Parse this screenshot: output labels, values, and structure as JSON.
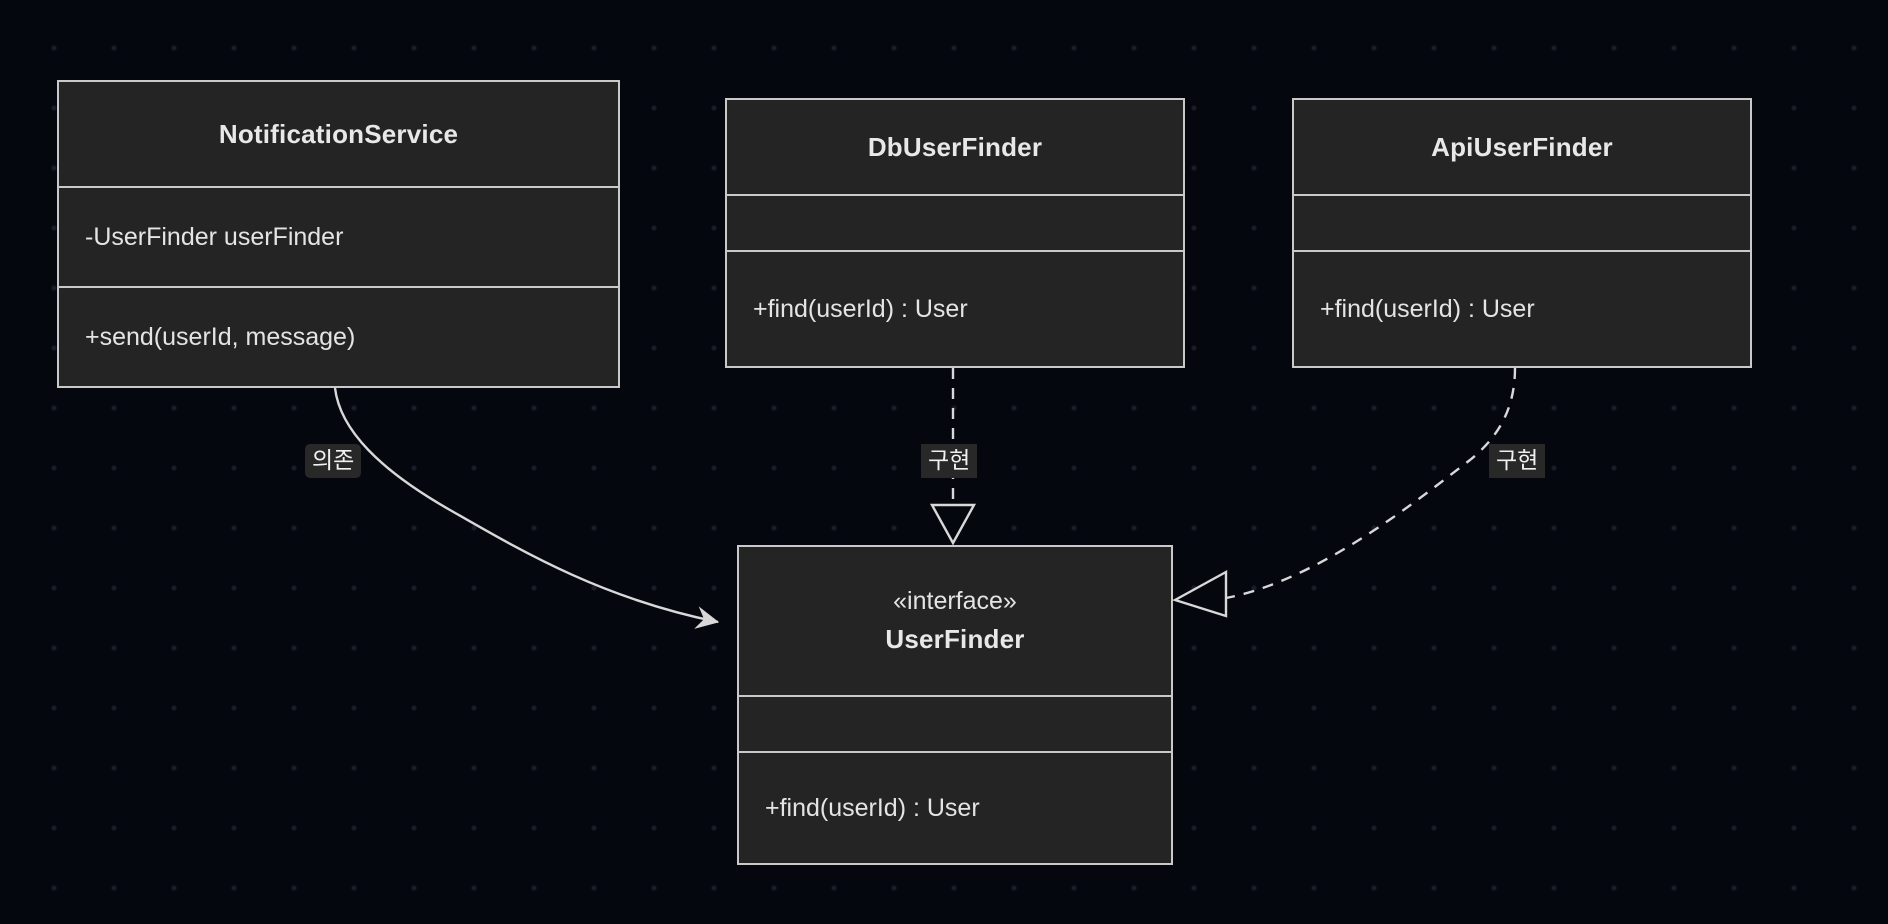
{
  "diagram": {
    "kind": "uml-class-diagram",
    "background_color": "#05070f",
    "grid_dot_color": "#1a1d29",
    "box_fill_color": "#242424",
    "box_border_color": "#c9c9c9",
    "text_color": "#e4e4e4"
  },
  "classes": {
    "notification_service": {
      "name": "NotificationService",
      "attributes": [
        "-UserFinder userFinder"
      ],
      "operations": [
        "+send(userId, message)"
      ]
    },
    "db_user_finder": {
      "name": "DbUserFinder",
      "attributes": [],
      "operations": [
        "+find(userId) : User"
      ]
    },
    "api_user_finder": {
      "name": "ApiUserFinder",
      "attributes": [],
      "operations": [
        "+find(userId) : User"
      ]
    },
    "user_finder": {
      "stereotype": "«interface»",
      "name": "UserFinder",
      "attributes": [],
      "operations": [
        "+find(userId) : User"
      ]
    }
  },
  "edges": [
    {
      "id": "dependency",
      "label": "의존",
      "from": "NotificationService",
      "to": "UserFinder",
      "style": "solid",
      "arrowhead": "open-arrow"
    },
    {
      "id": "impl_db",
      "label": "구현",
      "from": "DbUserFinder",
      "to": "UserFinder",
      "style": "dashed",
      "arrowhead": "hollow-triangle"
    },
    {
      "id": "impl_api",
      "label": "구현",
      "from": "ApiUserFinder",
      "to": "UserFinder",
      "style": "dashed",
      "arrowhead": "hollow-triangle"
    }
  ]
}
